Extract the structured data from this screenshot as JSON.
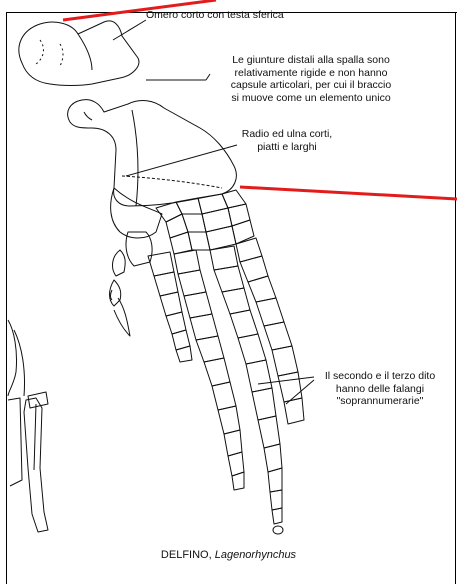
{
  "labels": {
    "humerus": "Omero corto con testa sferica",
    "joints": [
      "Le giunture distali alla spalla sono",
      "relativamente rigide e non hanno",
      "capsule articolari, per cui il braccio",
      "si muove come un elemento unico"
    ],
    "radius_ulna": [
      "Radio ed ulna corti,",
      "piatti e larghi"
    ],
    "digits": [
      "Il secondo e il terzo dito",
      "hanno delle falangi",
      "\"soprannumerarie\""
    ]
  },
  "caption": {
    "common_name": "DELFINO,",
    "genus": "Lagenorhynchus"
  },
  "colors": {
    "ink": "#111111",
    "annotation_red": "#e31b1b",
    "background": "#ffffff"
  }
}
